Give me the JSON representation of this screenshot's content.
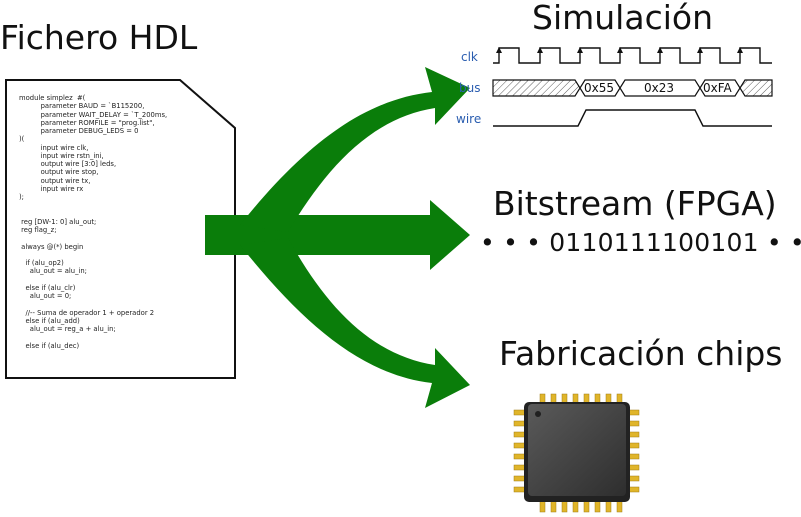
{
  "titles": {
    "hdl_file": "Fichero HDL",
    "simulation": "Simulación",
    "bitstream": "Bitstream (FPGA)",
    "chip_fab": "Fabricación chips"
  },
  "bitstream_value": "0110111100101",
  "bitstream_dots": "• • •",
  "waveform": {
    "signals": [
      "clk",
      "bus",
      "wire"
    ],
    "bus_values": [
      "0x55",
      "0x23",
      "0xFA"
    ]
  },
  "code_lines": [
    "module simplez  #(",
    "          parameter BAUD = `B115200,",
    "          parameter WAIT_DELAY = `T_200ms,",
    "          parameter ROMFILE = \"prog.list\",",
    "          parameter DEBUG_LEDS = 0",
    ")(",
    "          input wire clk,",
    "          input wire rstn_ini,",
    "          output wire [3:0] leds,",
    "          output wire stop,",
    "          output wire tx,",
    "          input wire rx",
    ");",
    "",
    "",
    " reg [DW-1: 0] alu_out;",
    " reg flag_z;",
    "",
    " always @(*) begin",
    "",
    "   if (alu_op2)",
    "     alu_out = alu_in;",
    "",
    "   else if (alu_clr)",
    "     alu_out = 0;",
    "",
    "   //-- Suma de operador 1 + operador 2",
    "   else if (alu_add)",
    "     alu_out = reg_a + alu_in;",
    "",
    "   else if (alu_dec)"
  ],
  "colors": {
    "arrow": "#0a7d0a",
    "signal_label": "#2a5db0",
    "chip_body": "#3a3a3a",
    "chip_pins": "#e0b52a"
  }
}
